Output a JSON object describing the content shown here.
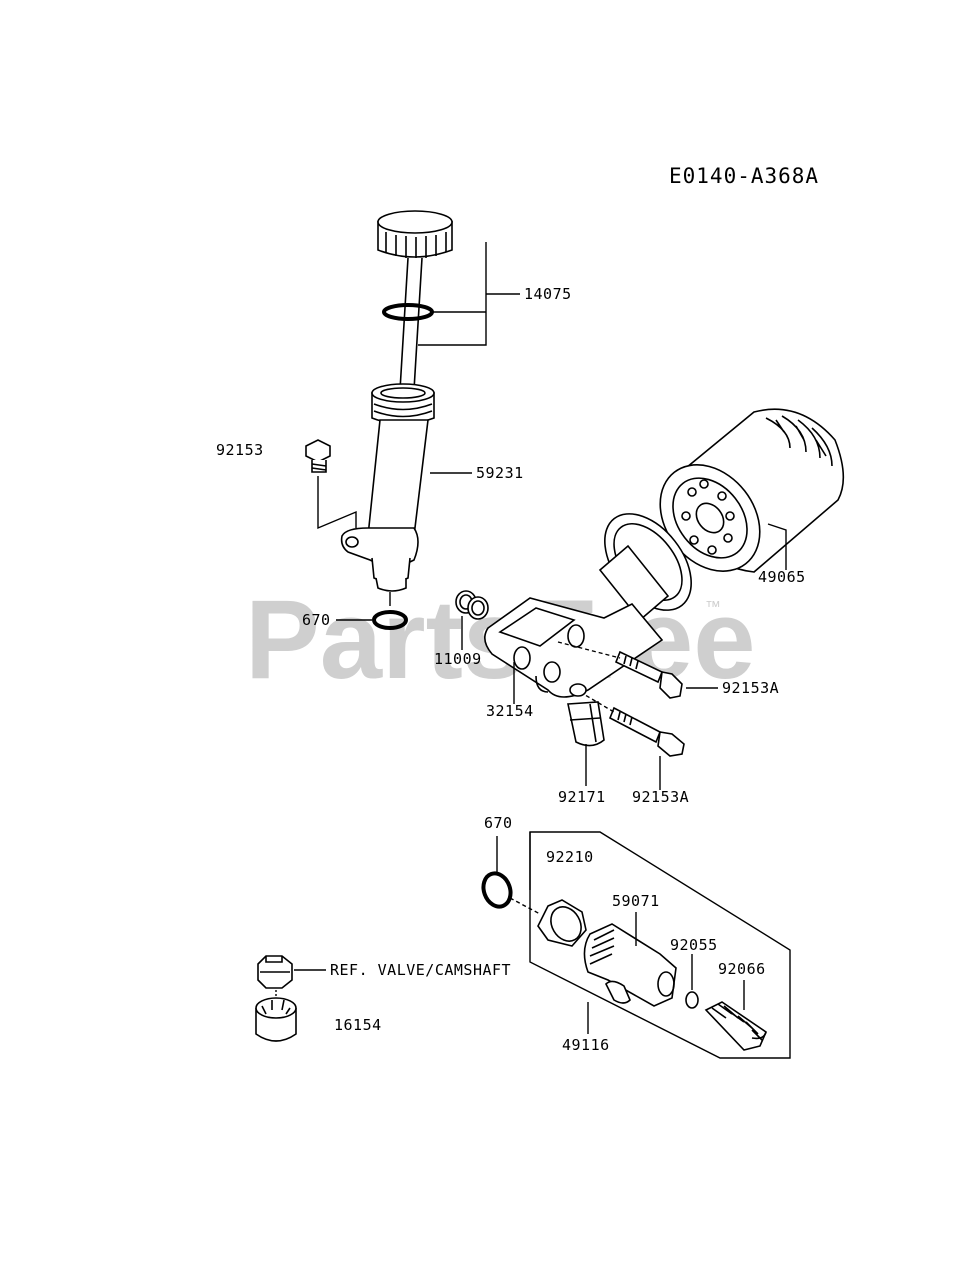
{
  "diagram": {
    "code": "E0140-A368A",
    "watermark": "PartsTree",
    "trademark": "™",
    "labels": {
      "p14075": "14075",
      "p92153": "92153",
      "p59231": "59231",
      "p49065": "49065",
      "p670_top": "670",
      "p11009": "11009",
      "p32154": "32154",
      "p92153a_upper": "92153A",
      "p92171": "92171",
      "p92153a_lower": "92153A",
      "p670_bottom": "670",
      "p92210": "92210",
      "p59071": "59071",
      "p92055": "92055",
      "p92066": "92066",
      "ref_valve": "REF. VALVE/CAMSHAFT",
      "p16154": "16154",
      "p49116": "49116"
    }
  }
}
